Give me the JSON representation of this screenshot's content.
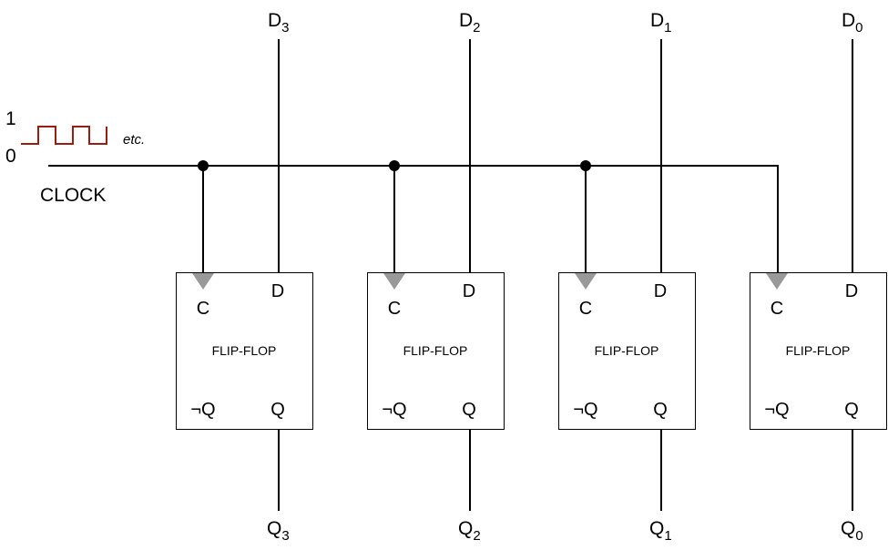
{
  "diagram": {
    "title": "4-bit register of D flip-flops with shared clock",
    "clock": {
      "label": "CLOCK",
      "high_label": "1",
      "low_label": "0",
      "continuation_label": "etc.",
      "waveform_color": "#9b1c10"
    },
    "flip_flops": [
      {
        "input": "D",
        "input_sub": "3",
        "output": "Q",
        "output_sub": "3",
        "pin_c": "C",
        "pin_d": "D",
        "pin_nq": "¬Q",
        "pin_q": "Q",
        "name": "FLIP-FLOP"
      },
      {
        "input": "D",
        "input_sub": "2",
        "output": "Q",
        "output_sub": "2",
        "pin_c": "C",
        "pin_d": "D",
        "pin_nq": "¬Q",
        "pin_q": "Q",
        "name": "FLIP-FLOP"
      },
      {
        "input": "D",
        "input_sub": "1",
        "output": "Q",
        "output_sub": "1",
        "pin_c": "C",
        "pin_d": "D",
        "pin_nq": "¬Q",
        "pin_q": "Q",
        "name": "FLIP-FLOP"
      },
      {
        "input": "D",
        "input_sub": "0",
        "output": "Q",
        "output_sub": "0",
        "pin_c": "C",
        "pin_d": "D",
        "pin_nq": "¬Q",
        "pin_q": "Q",
        "name": "FLIP-FLOP"
      }
    ],
    "colors": {
      "wire": "#000000",
      "clock_triangle": "#999999"
    }
  }
}
